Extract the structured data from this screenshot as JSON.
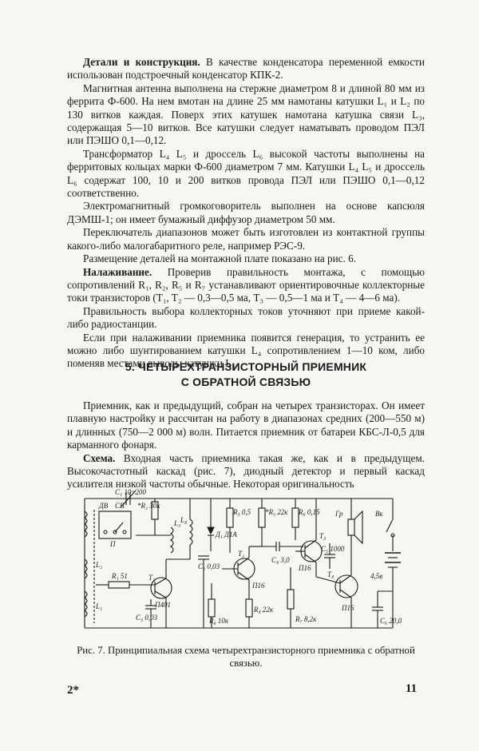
{
  "section1": {
    "p1_lead": "Детали и конструкция.",
    "p1_rest": " В качестве конденсатора переменной емкости использован подстроечный конденсатор КПК-2.",
    "p2": "Магнитная антенна выполнена на стержне диаметром 8 и длиной 80 мм из феррита Ф-600. На нем вмотан на длине 25 мм намотаны катушки L₁ и L₂ по 130 витков каждая. Поверх этих катушек намотана катушка связи L₃, содержащая 5—10 витков. Все катушки следует наматывать проводом ПЭЛ или ПЭШО 0,1—0,12.",
    "p3": "Трансформатор L₄ L₅ и дроссель L₆ высокой частоты выполнены на ферритовых кольцах марки Ф-600 диаметром 7 мм. Катушки L₄ L₅ и дроссель L₆ содержат 100, 10 и 200 витков провода ПЭЛ или ПЭШО 0,1—0,12 соответственно.",
    "p4": "Электромагнитный громкоговоритель выполнен на основе капсюля ДЭМШ-1; он имеет бумажный диффузор диаметром 50 мм.",
    "p5": "Переключатель диапазонов может быть изготовлен из контактной группы какого-либо малогабаритного реле, например РЭС-9.",
    "p6": "Размещение деталей на монтажной плате показано на рис. 6.",
    "p7_lead": "Налаживание.",
    "p7_rest": " Проверив правильность монтажа, с помощью сопротивлений R₁, R₂, R₅ и R₇ устанавливают ориентировочные коллекторные токи транзисторов (T₁, T₂ — 0,3—0,5 ма, T₃ — 0,5—1 ма и T₄ — 4—6 ма).",
    "p8": "Правильность выбора коллекторных токов уточняют при приеме какой-либо радиостанции.",
    "p9": "Если при налаживании приемника появится генерация, то устранить ее можно либо шунтированием катушки L₄ сопротивлением 1—10 ком, либо поменяв местами выводы катушки L₅."
  },
  "heading": {
    "line1": "5. ЧЕТЫРЕХТРАНЗИСТОРНЫЙ ПРИЕМНИК",
    "line2": "С ОБРАТНОЙ СВЯЗЬЮ"
  },
  "section2": {
    "p1": "Приемник, как и предыдущий, собран на четырех транзисторах. Он имеет плавную настройку и рассчитан на работу в диапазонах средних (200—550 м) и длинных (750—2 000 м) волн. Питается приемник от батареи КБС-Л-0,5 для карманного фонаря.",
    "p2_lead": "Схема.",
    "p2_rest": " Входная часть приемника такая же, как и в предыдущем. Высокочастотный каскад (рис. 7), диодный детектор и первый каскад усилителя низкой частоты обычные. Некоторая оригинальность"
  },
  "schematic_labels": {
    "c1": "C₁ 10÷200",
    "dv": "ДВ",
    "sv": "СВ",
    "p": "П",
    "l2": "L₂",
    "l1": "L₁",
    "r1": "R₁ 51",
    "r2": "*R₂ 30к",
    "l3": "L₃",
    "t1": "T₁",
    "t1type": "П401",
    "c3": "C₃ 0,03",
    "l4": "L₄",
    "d1": "Д₁ Д1А",
    "c2": "C₂ 0,03",
    "r8": "R₈ 10к",
    "r3": "R₃ 0,5",
    "t2": "T₂",
    "t2type": "П16",
    "r4": "R₄ 22к",
    "r5": "*R₅ 22к",
    "c4": "C₄ 3,0",
    "r6": "R₆ 0,15",
    "t3": "T₃",
    "t3type": "П16",
    "c5": "C₅ 1000",
    "t4": "T₄",
    "t4type": "П16",
    "r7": "R₇ 8,2к",
    "gr": "Гр",
    "vk": "Вк",
    "bat": "4,5в",
    "c6": "C₆ 20,0"
  },
  "caption": {
    "line1": "Рис. 7. Принципиальная схема четырехтранзисторного приемника с обратной связью."
  },
  "footer": {
    "left": "2*",
    "page_number": "11"
  }
}
